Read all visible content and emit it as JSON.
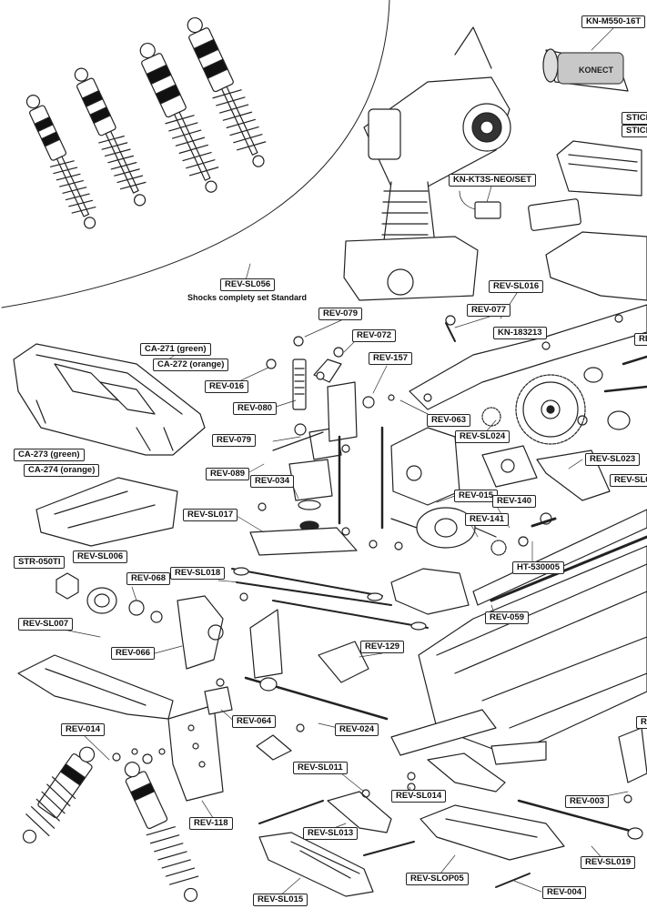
{
  "diagram": {
    "labels": {
      "kn_m550": "KN-M550-16T",
      "stick_a": "STICK",
      "stick_b": "STICK-",
      "kn_kt3s": "KN-KT3S-NEO/SET",
      "rev_sl056": "REV-SL056",
      "shocks_caption": "Shocks complety set Standard",
      "rev_sl016": "REV-SL016",
      "rev_077": "REV-077",
      "rev_079_top": "REV-079",
      "rev_072": "REV-072",
      "kn_183213": "KN-183213",
      "re_edge": "RE",
      "ca_271": "CA-271 (green)",
      "ca_272": "CA-272 (orange)",
      "rev_157": "REV-157",
      "rev_016": "REV-016",
      "rev_080": "REV-080",
      "rev_063": "REV-063",
      "rev_079_mid": "REV-079",
      "rev_sl024": "REV-SL024",
      "ca_273": "CA-273 (green)",
      "ca_274": "CA-274 (orange)",
      "rev_sl023": "REV-SL023",
      "rev_sl_edge": "REV-SL0",
      "rev_089": "REV-089",
      "rev_034": "REV-034",
      "rev_015": "REV-015",
      "rev_140": "REV-140",
      "rev_sl017": "REV-SL017",
      "rev_141": "REV-141",
      "str_050": "STR-050TI",
      "rev_sl006": "REV-SL006",
      "ht_530005": "HT-530005",
      "rev_068": "REV-068",
      "rev_sl018": "REV-SL018",
      "rev_sl007": "REV-SL007",
      "rev_059": "REV-059",
      "rev_066": "REV-066",
      "rev_129": "REV-129",
      "rev_064": "REV-064",
      "rev_024": "REV-024",
      "rev_014": "REV-014",
      "r_edge": "R",
      "rev_sl011": "REV-SL011",
      "rev_sl014": "REV-SL014",
      "rev_003": "REV-003",
      "rev_118": "REV-118",
      "rev_sl013": "REV-SL013",
      "rev_sl019": "REV-SL019",
      "rev_slop05": "REV-SLOP05",
      "rev_004": "REV-004",
      "rev_sl015": "REV-SL015"
    },
    "motor_text": "KONECT"
  }
}
